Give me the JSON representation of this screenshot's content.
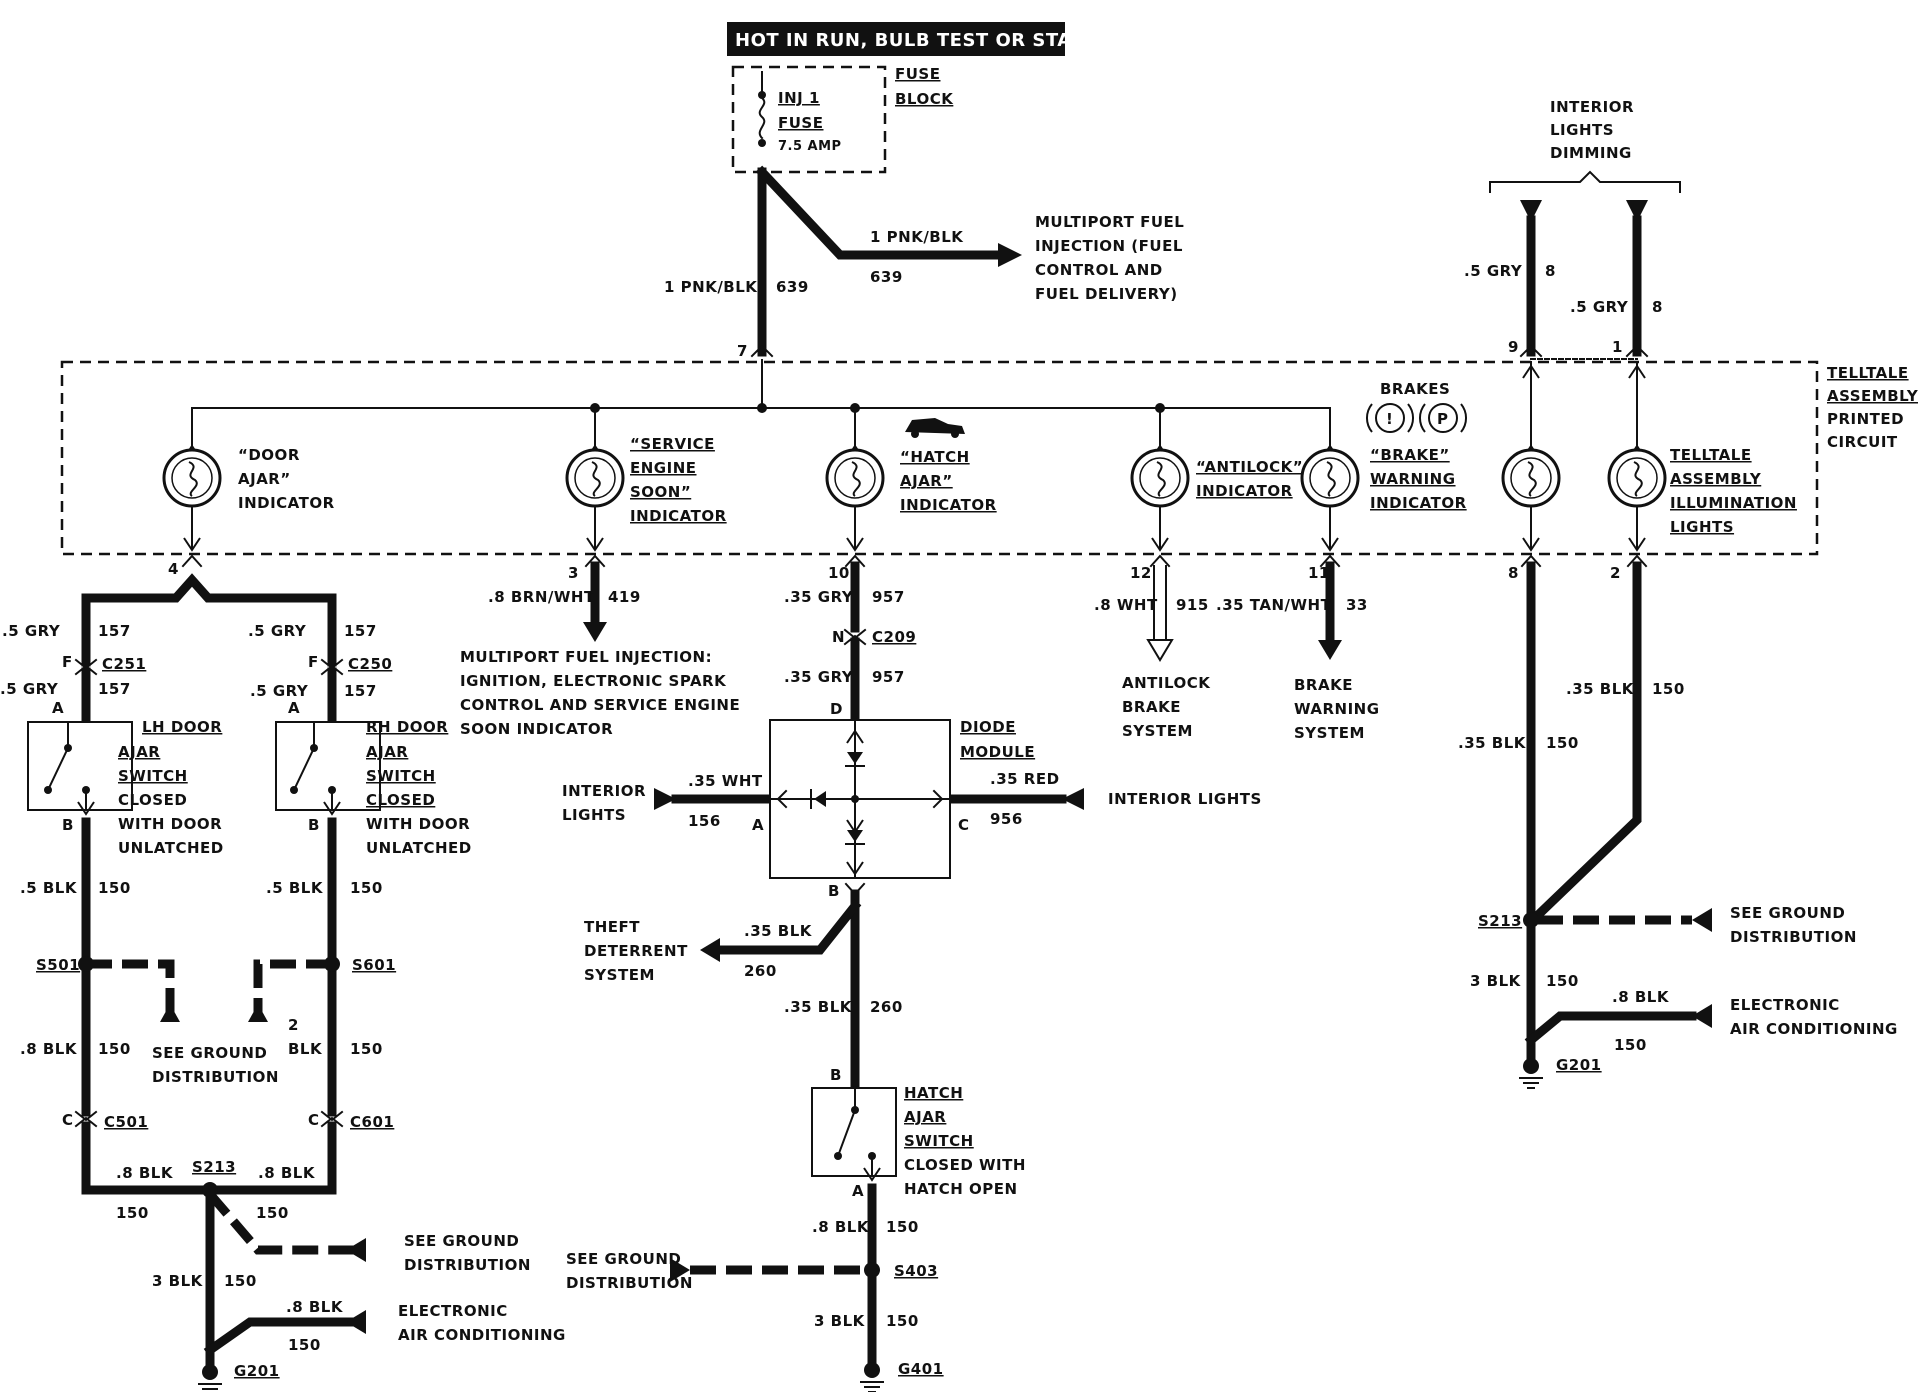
{
  "header": "HOT IN RUN, BULB TEST OR START",
  "fuse_block": {
    "block_label": [
      "FUSE",
      "BLOCK"
    ],
    "fuse_label": [
      "INJ 1",
      "FUSE",
      "7.5 AMP"
    ]
  },
  "top_wires": {
    "main_gauge": "1 PNK/BLK",
    "main_circuit": "639",
    "branch_gauge": "1 PNK/BLK",
    "branch_circuit": "639",
    "branch_dest": [
      "MULTIPORT FUEL",
      "INJECTION (FUEL",
      "CONTROL AND",
      "FUEL DELIVERY)"
    ],
    "telltale_pin": "7"
  },
  "dimming": {
    "label": [
      "INTERIOR",
      "LIGHTS",
      "DIMMING"
    ],
    "left_gauge": ".5 GRY",
    "left_circuit": "8",
    "left_pin": "9",
    "right_gauge": ".5 GRY",
    "right_circuit": "8",
    "right_pin": "1"
  },
  "telltale_assembly": [
    "TELLTALE",
    "ASSEMBLY",
    "PRINTED",
    "CIRCUIT"
  ],
  "brakes": {
    "label": "BRAKES",
    "icon1": "!",
    "icon2": "P"
  },
  "indicators": {
    "door_ajar": [
      "“DOOR",
      "AJAR”",
      "INDICATOR"
    ],
    "service_engine": [
      "“SERVICE",
      "ENGINE",
      "SOON”",
      "INDICATOR"
    ],
    "hatch_ajar": [
      "“HATCH",
      "AJAR”",
      "INDICATOR"
    ],
    "antilock": [
      "“ANTILOCK”",
      "INDICATOR"
    ],
    "brake_warning": [
      "“BRAKE”",
      "WARNING",
      "INDICATOR"
    ],
    "illumination": [
      "TELLTALE",
      "ASSEMBLY",
      "ILLUMINATION",
      "LIGHTS"
    ]
  },
  "door_branch": {
    "pin": "4",
    "lh": {
      "gauge1": ".5 GRY",
      "circuit1": "157",
      "conn_pin": "F",
      "connector": "C251",
      "gauge2": ".5 GRY",
      "circuit2": "157",
      "pin_a": "A",
      "pin_b": "B",
      "switch": [
        "LH DOOR",
        "AJAR",
        "SWITCH",
        "CLOSED",
        "WITH DOOR",
        "UNLATCHED"
      ],
      "gauge3": ".5 BLK",
      "circuit3": "150",
      "splice": "S501",
      "gauge4": ".8 BLK",
      "circuit4": "150",
      "conn_pin2": "C",
      "connector2": "C501"
    },
    "rh": {
      "gauge1": ".5 GRY",
      "circuit1": "157",
      "conn_pin": "F",
      "connector": "C250",
      "gauge2": ".5 GRY",
      "circuit2": "157",
      "pin_a": "A",
      "pin_b": "B",
      "switch": [
        "RH DOOR",
        "AJAR",
        "SWITCH",
        "CLOSED",
        "WITH DOOR",
        "UNLATCHED"
      ],
      "gauge3": ".5 BLK",
      "circuit3": "150",
      "splice": "S601",
      "num": "2",
      "gauge4": "BLK",
      "circuit4": "150",
      "conn_pin2": "C",
      "connector2": "C601"
    },
    "see_ground": [
      "SEE GROUND",
      "DISTRIBUTION"
    ],
    "bottom": {
      "left_gauge": ".8 BLK",
      "right_gauge": ".8 BLK",
      "splice": "S213",
      "c_left": "150",
      "c_right": "150",
      "see_ground": [
        "SEE GROUND",
        "DISTRIBUTION"
      ],
      "gauge_down": "3 BLK",
      "circuit_down": "150",
      "ac_gauge": ".8 BLK",
      "ac_circuit": "150",
      "ac_label": [
        "ELECTRONIC",
        "AIR CONDITIONING"
      ],
      "ground": "G201"
    }
  },
  "service_branch": {
    "pin": "3",
    "gauge": ".8 BRN/WHT",
    "circuit": "419",
    "dest": [
      "MULTIPORT FUEL INJECTION:",
      "IGNITION, ELECTRONIC SPARK",
      "CONTROL AND SERVICE ENGINE",
      "SOON INDICATOR"
    ]
  },
  "hatch_branch": {
    "pin": "10",
    "gauge1": ".35 GRY",
    "circuit1": "957",
    "conn_pin": "N",
    "connector": "C209",
    "gauge2": ".35 GRY",
    "circuit2": "957",
    "pin_d": "D",
    "diode_module": [
      "DIODE",
      "MODULE"
    ],
    "left_label": [
      "INTERIOR",
      "LIGHTS"
    ],
    "left_gauge": ".35 WHT",
    "left_circuit": "156",
    "pin_a": "A",
    "right_label": "INTERIOR LIGHTS",
    "right_gauge": ".35 RED",
    "right_circuit": "956",
    "pin_c": "C",
    "pin_b": "B",
    "theft": [
      "THEFT",
      "DETERRENT",
      "SYSTEM"
    ],
    "theft_gauge": ".35 BLK",
    "theft_circuit": "260",
    "gauge3": ".35 BLK",
    "circuit3": "260",
    "pin_b2": "B",
    "switch": [
      "HATCH",
      "AJAR",
      "SWITCH",
      "CLOSED WITH",
      "HATCH OPEN"
    ],
    "pin_a2": "A",
    "gauge4": ".8 BLK",
    "circuit4": "150",
    "splice": "S403",
    "see_ground": [
      "SEE GROUND",
      "DISTRIBUTION"
    ],
    "gauge5": "3 BLK",
    "circuit5": "150",
    "ground": "G401"
  },
  "antilock_branch": {
    "pin": "12",
    "gauge": ".8 WHT",
    "circuit": "915",
    "dest": [
      "ANTILOCK",
      "BRAKE",
      "SYSTEM"
    ]
  },
  "brake_branch": {
    "pin": "11",
    "gauge": ".35 TAN/WHT",
    "circuit": "33",
    "dest": [
      "BRAKE",
      "WARNING",
      "SYSTEM"
    ]
  },
  "illum_branch": {
    "pin_left": "8",
    "pin_right": "2",
    "right_gauge": ".35 BLK",
    "right_circuit": "150",
    "left_gauge": ".35 BLK",
    "left_circuit": "150",
    "splice": "S213",
    "see_ground": [
      "SEE GROUND",
      "DISTRIBUTION"
    ],
    "gauge_down": "3 BLK",
    "circuit_down": "150",
    "ac_gauge": ".8 BLK",
    "ac_circuit": "150",
    "ac_label": [
      "ELECTRONIC",
      "AIR CONDITIONING"
    ],
    "ground": "G201"
  }
}
